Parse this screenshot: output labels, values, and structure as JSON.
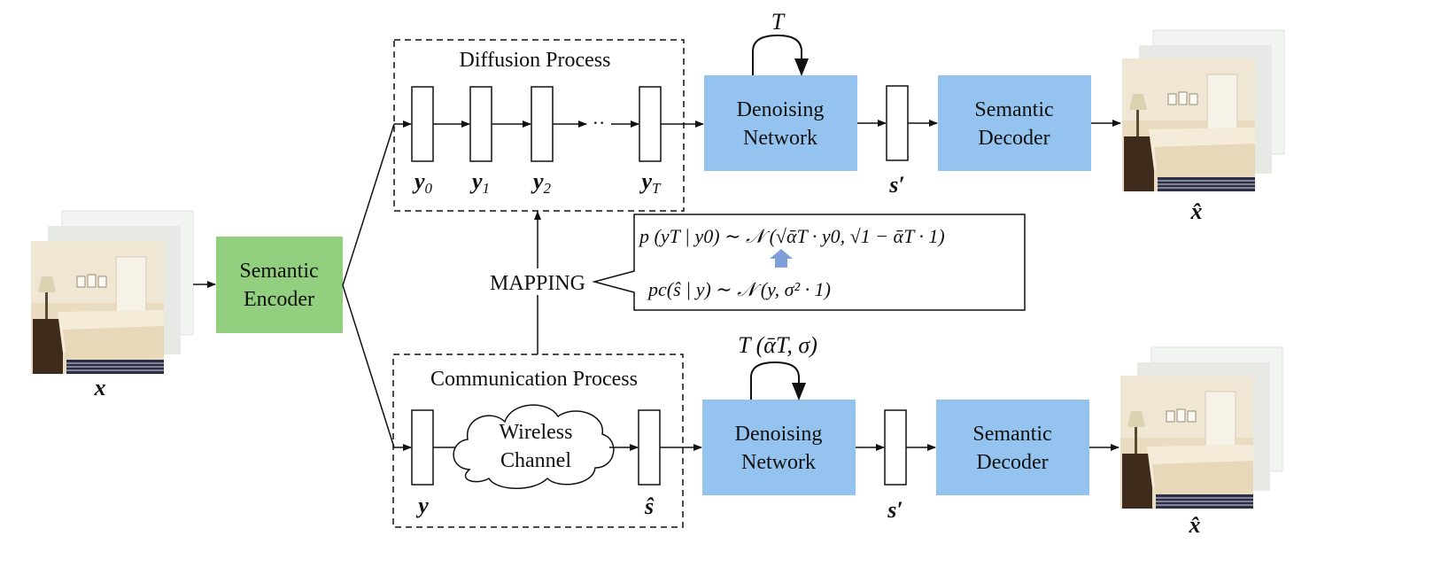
{
  "colors": {
    "encoder": "#92cf7e",
    "network": "#93c3ee",
    "arrow_accent": "#7f9fd8",
    "line": "#111111"
  },
  "encoder": {
    "label_line1": "Semantic",
    "label_line2": "Encoder"
  },
  "input_image": {
    "icon": "bedroom-photo-stack",
    "label": "x"
  },
  "diffusion": {
    "title": "Diffusion Process",
    "nodes": [
      "y0",
      "y1",
      "y2",
      "yT"
    ],
    "dots": "··",
    "loop_label": "T",
    "network_line1": "Denoising",
    "network_line2": "Network",
    "output_node": "s′",
    "decoder_line1": "Semantic",
    "decoder_line2": "Decoder",
    "output_image_label": "x̂"
  },
  "mapping": {
    "label": "MAPPING",
    "formula_top": "p (yT | y0) ∼ 𝒩 (√ᾱT · y0, √1 − ᾱT · 1)",
    "formula_bottom": "pc(ŝ | y) ∼ 𝒩 (y, σ² · 1)"
  },
  "communication": {
    "title": "Communication Process",
    "input_node": "y",
    "channel_line1": "Wireless",
    "channel_line2": "Channel",
    "received_node": "ŝ",
    "loop_label": "T (ᾱT, σ)",
    "network_line1": "Denoising",
    "network_line2": "Network",
    "output_node": "s′",
    "decoder_line1": "Semantic",
    "decoder_line2": "Decoder",
    "output_image_label": "x̂"
  }
}
